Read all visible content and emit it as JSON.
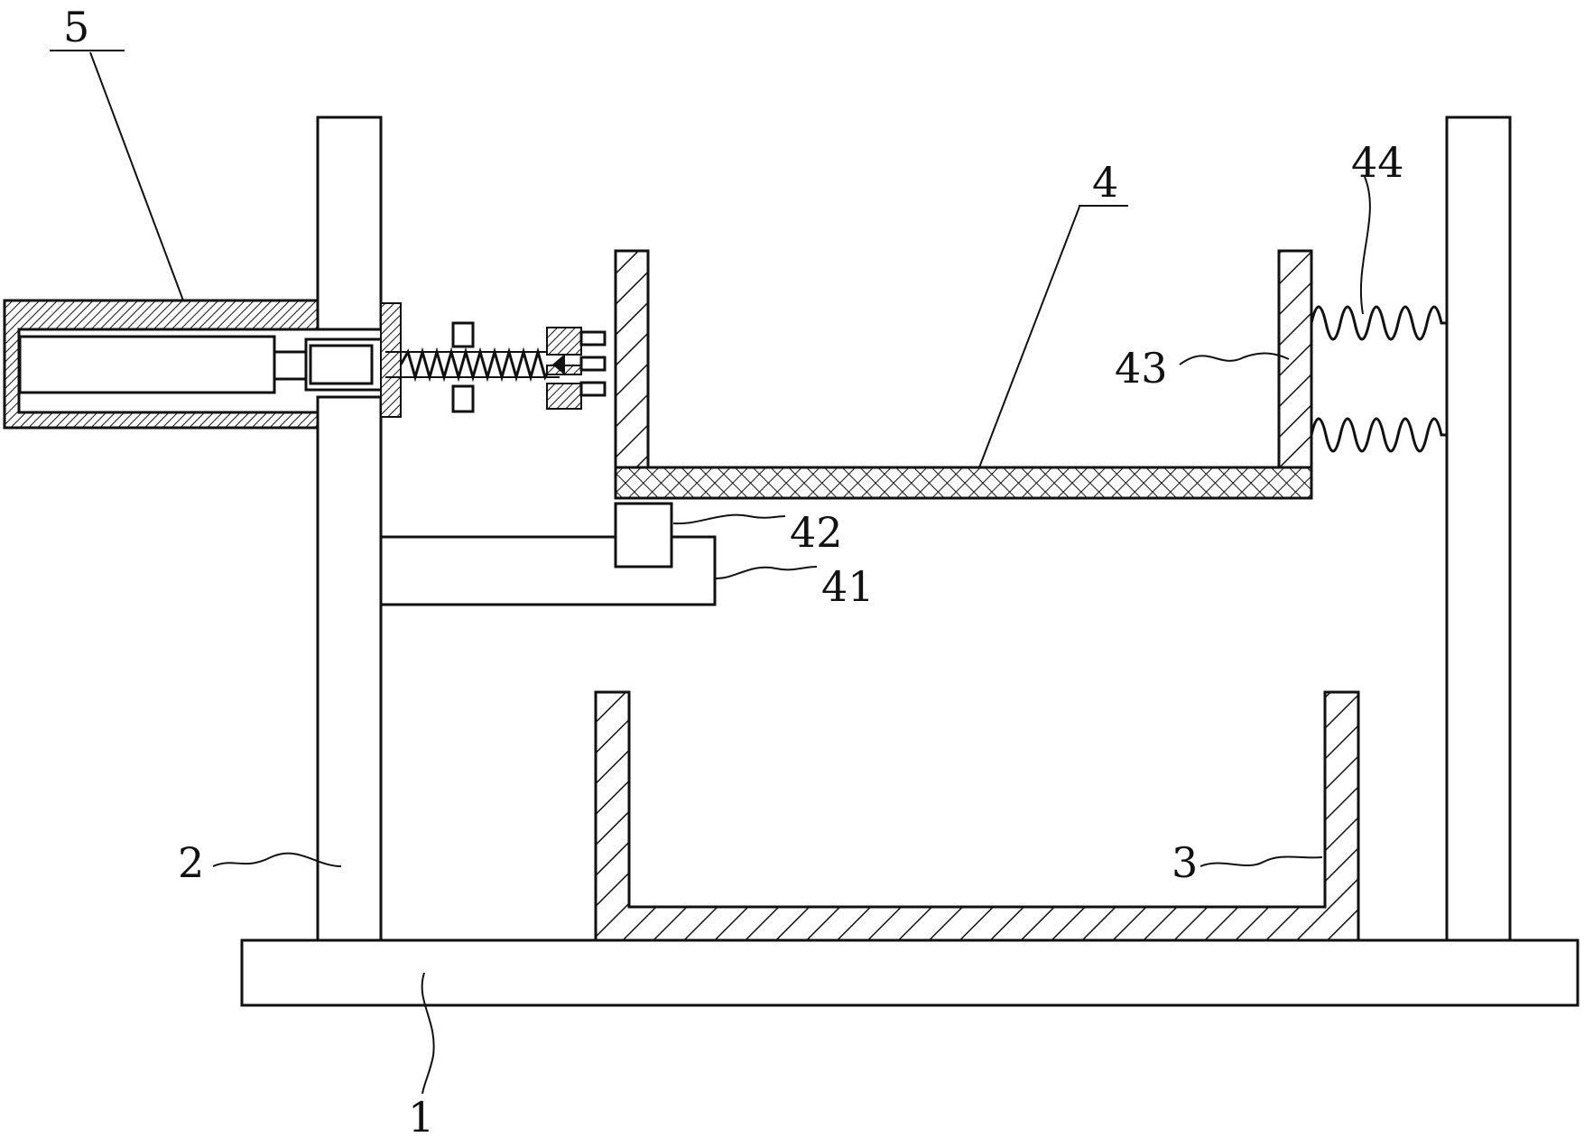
{
  "labels": {
    "l1": "1",
    "l2": "2",
    "l3": "3",
    "l4": "4",
    "l5": "5",
    "l41": "41",
    "l42": "42",
    "l43": "43",
    "l44": "44"
  }
}
